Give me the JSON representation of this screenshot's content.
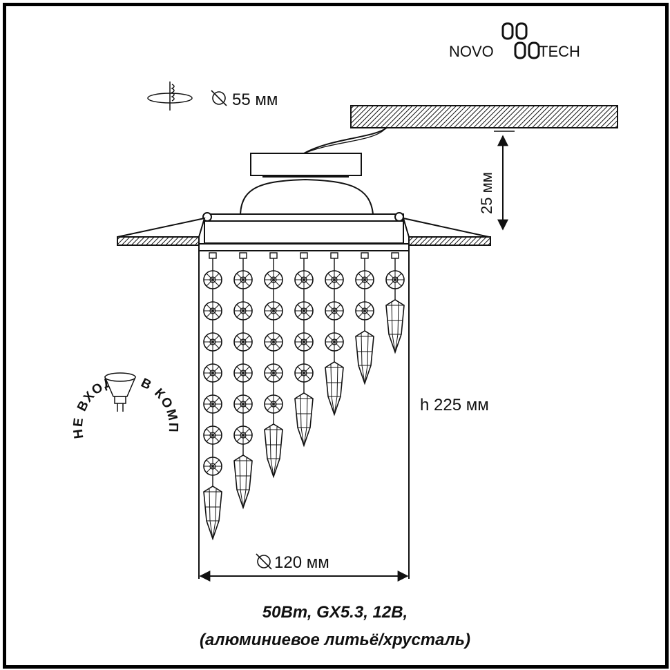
{
  "brand": {
    "name": "NOVOTECH",
    "prefix": "NOVO",
    "suffix": "TECH"
  },
  "dimensions": {
    "cutout": "55 мм",
    "recess": "25 мм",
    "height": "h 225 мм",
    "diameter": "120 мм"
  },
  "badge": {
    "text": "НЕ ВХОДИТ В КОМПЛЕКТ"
  },
  "specs": {
    "line1": "50Вт, GX5.3, 12В,",
    "line2": "(алюминиевое литьё/хрусталь)"
  },
  "icons": {
    "diameter": "diameter-icon",
    "cutout": "ceiling-cutout-icon",
    "bulb": "mr16-bulb-icon"
  },
  "colors": {
    "line": "#111111",
    "background": "#ffffff"
  }
}
